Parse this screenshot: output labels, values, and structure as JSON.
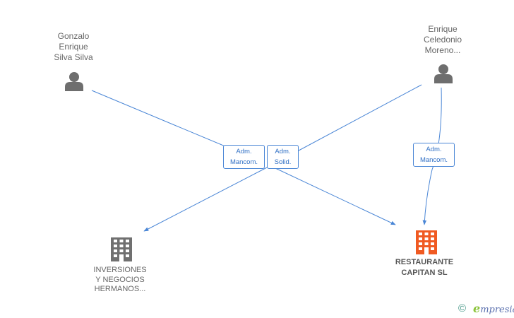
{
  "people": [
    {
      "name": "Gonzalo\nEnrique\nSilva Silva",
      "icon": "person-icon"
    },
    {
      "name": "Enrique\nCeledonio\nMoreno...",
      "icon": "person-icon"
    }
  ],
  "companies": [
    {
      "name": "INVERSIONES\nY NEGOCIOS\nHERMANOS...",
      "icon": "building-icon",
      "color": "#707070"
    },
    {
      "name": "RESTAURANTE\nCAPITAN SL",
      "icon": "building-icon",
      "color": "#f05a22"
    }
  ],
  "relations": [
    {
      "label": "Adm.\nMancom."
    },
    {
      "label": "Adm.\nSolid."
    },
    {
      "label": "Adm.\nMancom."
    }
  ],
  "footer": {
    "copyright": "©",
    "brand_first": "e",
    "brand_rest": "mpresia"
  },
  "colors": {
    "line": "#4a86d6",
    "person": "#6e6e6e",
    "highlight": "#f05a22",
    "company": "#707070"
  }
}
